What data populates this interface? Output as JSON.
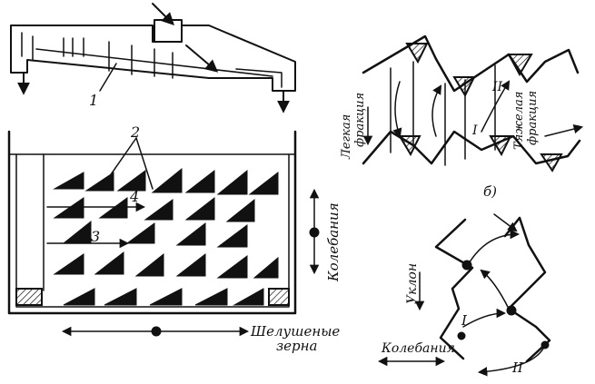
{
  "labels": {
    "n1": "1",
    "n2": "2",
    "n3": "3",
    "n4": "4",
    "light_fraction": "Легкая фракция",
    "heavy_fraction": "Тяжелая фракция",
    "roman_one": "I",
    "roman_two": "II",
    "panel_b": "б)",
    "oscillation_vertical": "Колебания",
    "hulled_grain_line1": "Шелушеные",
    "hulled_grain_line2": "зерна",
    "slope": "Уклон",
    "oscillation_bottom": "Колебания",
    "bottom_one": "I",
    "bottom_two": "II"
  },
  "colors": {
    "ink": "#111111",
    "paper": "#ffffff"
  }
}
